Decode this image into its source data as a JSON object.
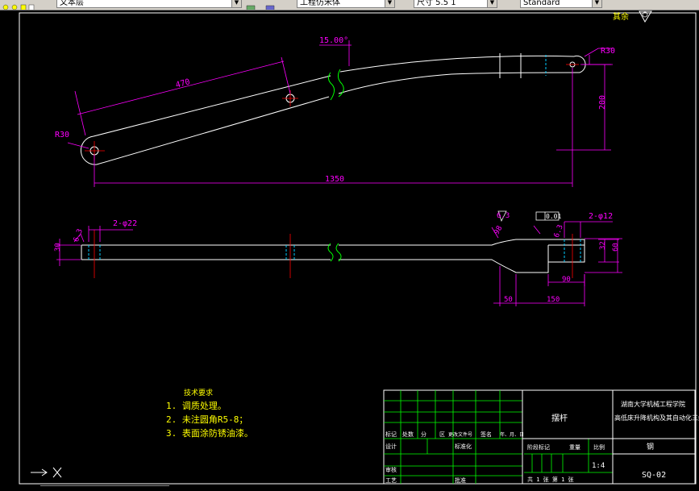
{
  "toolbar": {
    "layer_name": "文本层",
    "text_style": "工程仿宋体",
    "dim_scale": "尺寸 5.5 1",
    "table_style": "Standard"
  },
  "drawing": {
    "roughness_other": "其余",
    "dims": {
      "angle": "15.00°",
      "r_right": "R30",
      "r_left": "R30",
      "len_470": "470",
      "h_200": "200",
      "len_1350": "1350",
      "hole_left": "2-φ22",
      "hole_right": "2-φ12",
      "rough_left": "6.3",
      "rough_right_top": "6.3",
      "rough_right": "6.3",
      "h_30": "30",
      "ang_98": "98",
      "tol": "0.01",
      "w_32": "32",
      "w_60": "60",
      "l_90": "90",
      "l_50": "50",
      "l_150": "150"
    },
    "tech_req": {
      "title": "技术要求",
      "items": [
        "1.  调质处理。",
        "2.  未注圆角R5-8；",
        "3.  表面涂防锈油漆。"
      ]
    },
    "title_block": {
      "part_name": "摆杆",
      "school": "湖南大学机械工程学院",
      "project": "高低床升降机构及其自动化三维",
      "material": "钢",
      "scale": "1:4",
      "drawing_no": "SQ-02",
      "rev_headers": [
        "标记",
        "处数",
        "分",
        "区",
        "更改文件号",
        "签名",
        "年、月、日"
      ],
      "design": "设计",
      "standardization": "标准化",
      "review": "审核",
      "process": "工艺",
      "approve": "批准",
      "stage_headers": [
        "阶段标记",
        "重量",
        "比例"
      ],
      "sheets": "共 1 张  第 1 张"
    }
  }
}
